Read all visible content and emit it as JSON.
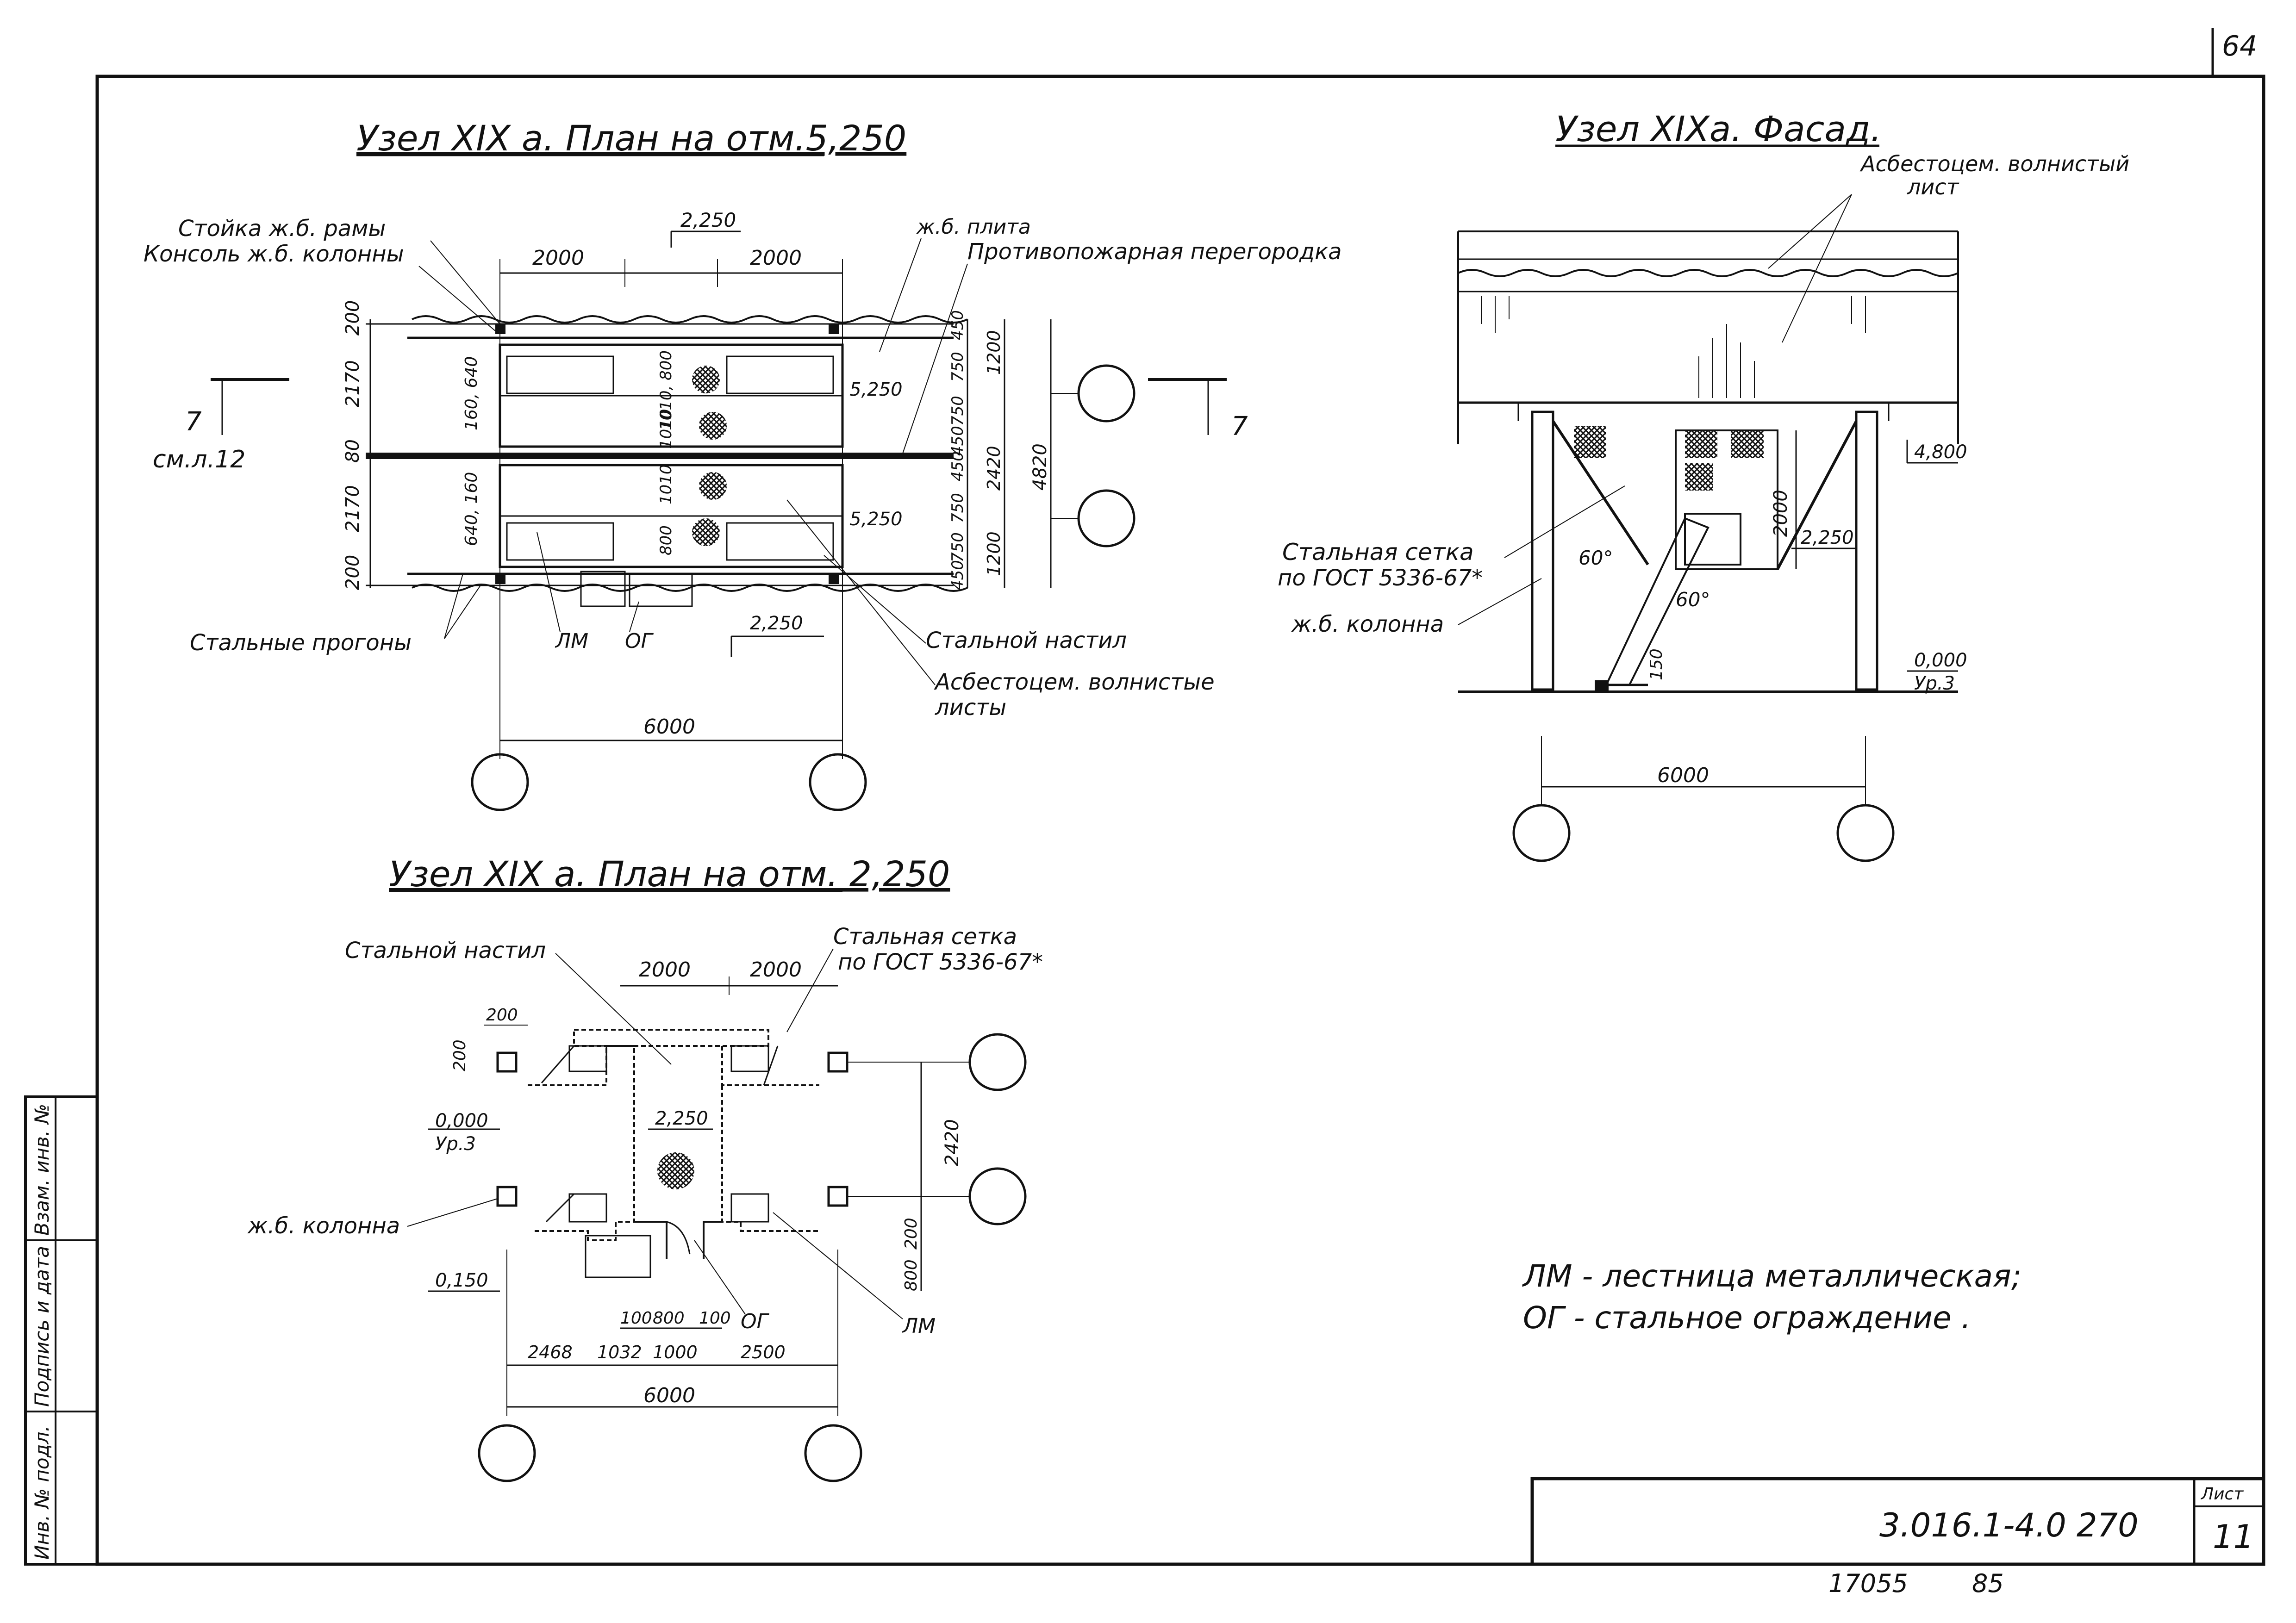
{
  "sheet": {
    "corner_number": "64",
    "code": "3.016.1-4.0 270",
    "sheet_label": "Лист",
    "sheet_number": "11",
    "bottom_number_1": "17055",
    "bottom_number_2": "85",
    "stamp_cells": [
      "Инв. № подл.",
      "Подпись и дата",
      "Взам. инв. №"
    ]
  },
  "plan_upper": {
    "title": "Узел XIX а. План на отм.5,250",
    "labels": {
      "rama": "Стойка ж.б. рамы",
      "konsol": "Консоль ж.б. колонны",
      "plita": "ж.б. плита",
      "peregorodka": "Противопожарная перегородка",
      "progony": "Стальные прогоны",
      "lm": "ЛМ",
      "og": "ОГ",
      "nastil": "Стальной настил",
      "asbest_1": "Асбестоцем. волнистые",
      "asbest_2": "листы",
      "section_num": "7",
      "section_ref": "см.л.12"
    },
    "dims_top": [
      "2000",
      "2000"
    ],
    "level_top": "2,250",
    "level_bottom": "2,250",
    "level_right_1": "5,250",
    "level_right_2": "5,250",
    "dims_left": [
      "200",
      "2170",
      "80",
      "2170",
      "200"
    ],
    "dims_inner_left": [
      "160, 640",
      "640, 160"
    ],
    "dims_middle": [
      "1010, 800",
      "1010",
      "1010",
      "800"
    ],
    "dims_right_a": [
      "450",
      "750",
      "750",
      "450",
      "450",
      "750",
      "750",
      "450"
    ],
    "dims_right_b": [
      "1200",
      "2420",
      "1200"
    ],
    "dims_right_c": "4820",
    "dim_bottom": "6000"
  },
  "plan_lower": {
    "title": "Узел XIX а. План на отм. 2,250",
    "labels": {
      "nastil": "Стальной настил",
      "setka_1": "Стальная сетка",
      "setka_2": "по ГОСТ 5336-67*",
      "kolonna": "ж.б. колонна",
      "og": "ОГ",
      "lm": "ЛМ"
    },
    "dims_top": [
      "2000",
      "2000"
    ],
    "dim_200a": "200",
    "dim_200b": "200",
    "level_0": "0,000",
    "level_0_sub": "Ур.3",
    "level_2250": "2,250",
    "level_0150": "0,150",
    "dim_right": "2420",
    "dims_right_small": [
      "200",
      "800"
    ],
    "dims_door": [
      "100",
      "800",
      "100"
    ],
    "dims_bottom": [
      "2468",
      "1032",
      "1000",
      "2500"
    ],
    "dim_total": "6000"
  },
  "facade": {
    "title": "Узел XIXа. Фасад.",
    "labels": {
      "asbest_1": "Асбестоцем. волнистый",
      "asbest_2": "лист",
      "setka_1": "Стальная сетка",
      "setka_2": "по ГОСТ 5336-67*",
      "kolonna": "ж.б. колонна"
    },
    "level_4800": "4,800",
    "dim_2000": "2000",
    "level_2250": "2,250",
    "angle_1": "60°",
    "angle_2": "60°",
    "dim_150": "150",
    "level_0": "0,000",
    "level_0_sub": "Ур.3",
    "dim_bottom": "6000"
  },
  "legend": {
    "line_1": "ЛМ - лестница металлическая;",
    "line_2": "ОГ - стальное ограждение ."
  }
}
